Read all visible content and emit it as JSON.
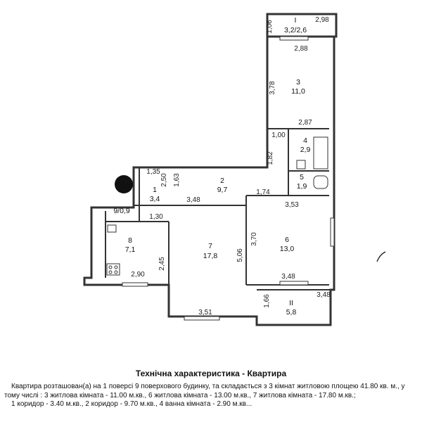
{
  "rooms": [
    {
      "id": "I",
      "area": "3,2/2,6"
    },
    {
      "id": "3",
      "area": "11,0"
    },
    {
      "id": "4",
      "area": "2,9"
    },
    {
      "id": "5",
      "area": "1,9"
    },
    {
      "id": "2",
      "area": "9,7"
    },
    {
      "id": "1",
      "area": "3,4"
    },
    {
      "id": "9/0,9",
      "area": ""
    },
    {
      "id": "8",
      "area": "7,1"
    },
    {
      "id": "7",
      "area": "17,8"
    },
    {
      "id": "6",
      "area": "13,0"
    },
    {
      "id": "II",
      "area": "5,8"
    }
  ],
  "dimensions": [
    "1,06",
    "2,98",
    "2,88",
    "3,78",
    "2,87",
    "1,00",
    "1,82",
    "1,35",
    "2,50",
    "1,63",
    "1,74",
    "3,53",
    "3,48",
    "1,30",
    "3,70",
    "5,06",
    "2,45",
    "2,90",
    "3,48",
    "1,66",
    "3,48",
    "3,51"
  ],
  "info": {
    "title": "Технічна характеристика - Квартира",
    "line1": "Квартира розташован(а) на 1 поверсі 9 поверхового будинку, та складається з 3 кімнат житловою площею 41.80 кв. м., у тому числі : 3 житлова кімната - 11.00 м.кв., 6 житлова кімната - 13.00 м.кв., 7 житлова кімната - 17.80 м.кв.;",
    "line2": "1 коридор - 3.40 м.кв., 2 коридор - 9.70 м.кв., 4 ванна кімната - 2.90 м.кв..."
  }
}
